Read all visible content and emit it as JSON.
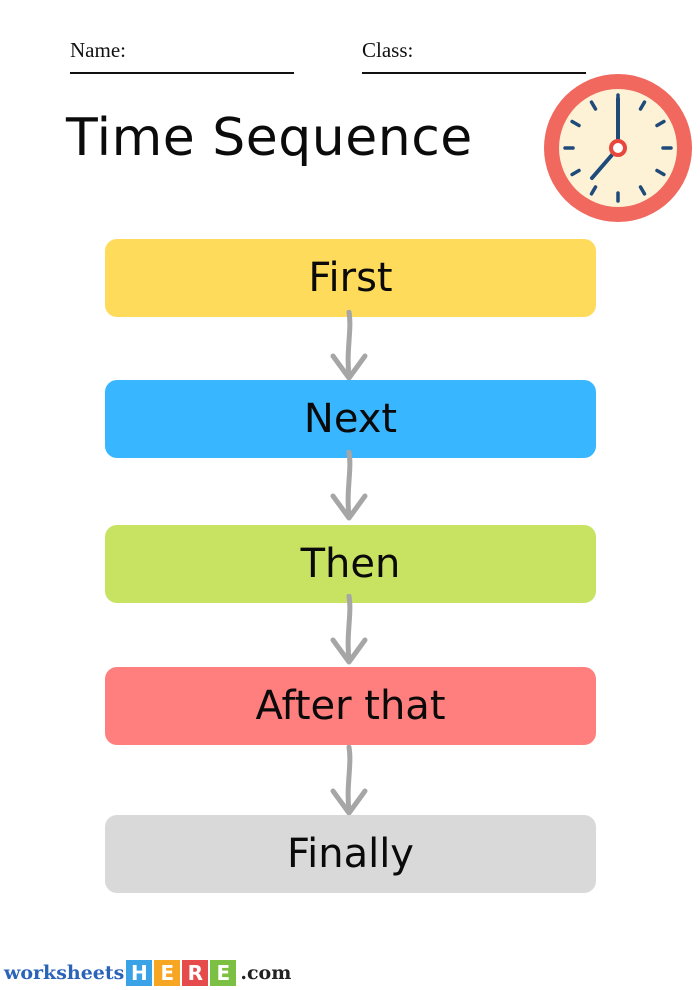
{
  "header": {
    "name_label": "Name:",
    "class_label": "Class:"
  },
  "title": "Time Sequence",
  "clock_icon": {
    "icon": "clock-icon",
    "ring_color": "#f0685e",
    "face_color": "#fdf1d6",
    "tick_color": "#1e4b7a",
    "time_shown": "7:00"
  },
  "steps": [
    {
      "label": "First",
      "color": "#fedb5a"
    },
    {
      "label": "Next",
      "color": "#38b6ff"
    },
    {
      "label": "Then",
      "color": "#c8e262"
    },
    {
      "label": "After that",
      "color": "#ff7f7f"
    },
    {
      "label": "Finally",
      "color": "#d9d9d9"
    }
  ],
  "arrow_color": "#a6a6a6",
  "footer": {
    "brand_word": "worksheets",
    "brand_tiles": [
      {
        "letter": "H",
        "color": "#3aa2e6"
      },
      {
        "letter": "E",
        "color": "#f6a623"
      },
      {
        "letter": "R",
        "color": "#e64b4b"
      },
      {
        "letter": "E",
        "color": "#7cc043"
      }
    ],
    "brand_suffix": ".com"
  }
}
